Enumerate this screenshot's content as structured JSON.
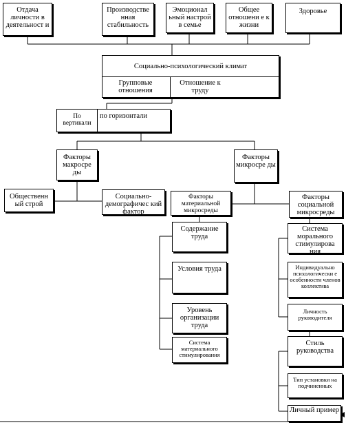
{
  "diagram": {
    "top_factors": [
      "Отдача личности в деятельност и",
      "Производстве нная стабильность",
      "Эмоционал ьный настрой в семье",
      "Общее отношени е к жизни",
      "Здоровье"
    ],
    "climate": {
      "title": "Социально-психологический климат",
      "group": "Групповые отношения",
      "work": "Отношение к труду"
    },
    "vertical": "По вертикали",
    "horizontal": "по горизонтали",
    "macro": {
      "title": "Факторы макросре ды",
      "social_system": "Общественн ый строй",
      "sociodemographic": "Социально-демографичес кий фактор"
    },
    "micro": {
      "title": "Факторы микросре ды",
      "material": {
        "title": "Факторы материальной микросреды",
        "items": [
          "Содержание труда",
          "Условия труда",
          "Уровень организации труда",
          "Система материального стимулирования"
        ]
      },
      "social": {
        "title": "Факторы социальной микросреды",
        "items": [
          "Система морального стимулирова ния",
          "Индивидуально психологически е особенности членов коллектива",
          "Личность руководителя"
        ]
      },
      "leadership": {
        "title": "Стиль руководства",
        "items": [
          "Тип установки на подчиненных",
          "Личный пример"
        ]
      }
    }
  }
}
